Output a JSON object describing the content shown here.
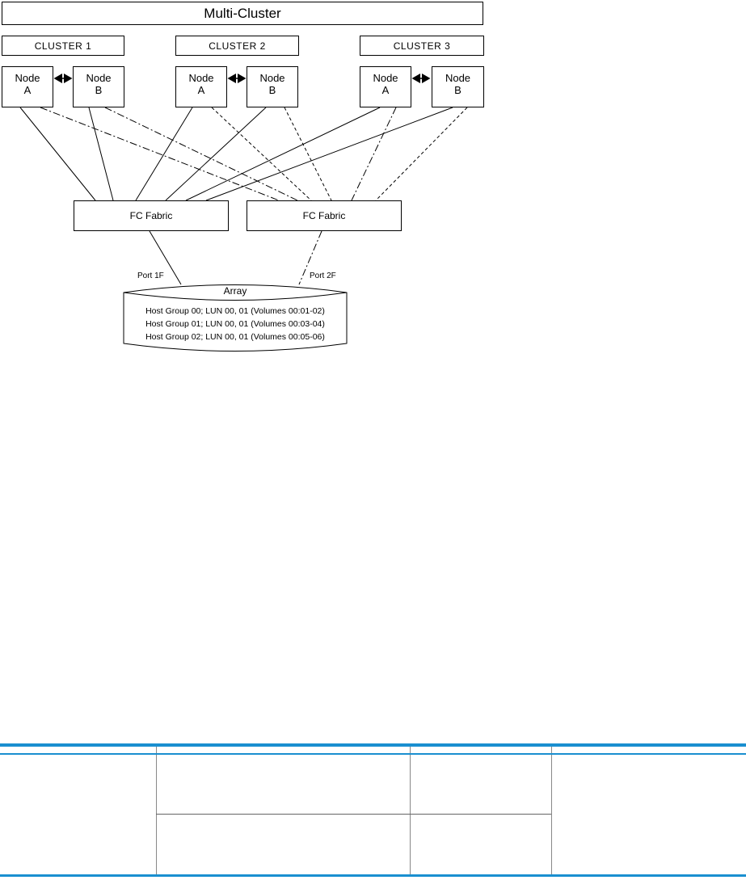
{
  "diagram": {
    "title": "Multi-Cluster",
    "clusters": [
      {
        "label": "CLUSTER  1",
        "node_a": [
          "Node",
          "A"
        ],
        "node_b": [
          "Node",
          "B"
        ]
      },
      {
        "label": "CLUSTER  2",
        "node_a": [
          "Node",
          "A"
        ],
        "node_b": [
          "Node",
          "B"
        ]
      },
      {
        "label": "CLUSTER  3",
        "node_a": [
          "Node",
          "A"
        ],
        "node_b": [
          "Node",
          "B"
        ]
      }
    ],
    "fabrics": [
      "FC Fabric",
      "FC Fabric"
    ],
    "ports": [
      "Port 1F",
      "Port 2F"
    ],
    "array": {
      "title": "Array",
      "host_groups": [
        "Host Group 00; LUN 00, 01 (Volumes 00:01-02)",
        "Host Group 01; LUN 00, 01 (Volumes 00:03-04)",
        "Host Group 02; LUN 00, 01 (Volumes 00:05-06)"
      ]
    }
  },
  "colors": {
    "table_rule": "#1a8fd0"
  }
}
